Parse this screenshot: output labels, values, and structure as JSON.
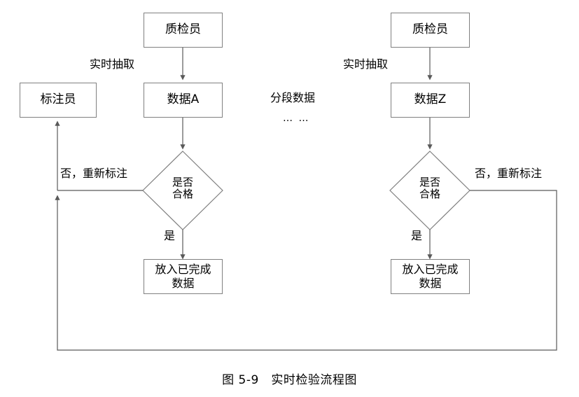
{
  "figure": {
    "caption": "图 5-9　实时检验流程图",
    "title_text": "实时检验流程图",
    "number": "图 5-9"
  },
  "colors": {
    "stroke": "#808080",
    "line": "#595959",
    "text": "#000000",
    "background": "#ffffff"
  },
  "left_branch": {
    "inspector_box": "质检员",
    "data_box": "数据A",
    "annotator_box": "标注员",
    "decision": "是否\n合格",
    "done_box": "放入已完成\n数据",
    "label_extract": "实时抽取",
    "label_no": "否，重新标注",
    "label_yes": "是"
  },
  "right_branch": {
    "inspector_box": "质检员",
    "data_box": "数据Z",
    "decision": "是否\n合格",
    "done_box": "放入已完成\n数据",
    "label_extract": "实时抽取",
    "label_no": "否，重新标注",
    "label_yes": "是"
  },
  "middle": {
    "segment_label": "分段数据",
    "ellipsis": "… …"
  }
}
